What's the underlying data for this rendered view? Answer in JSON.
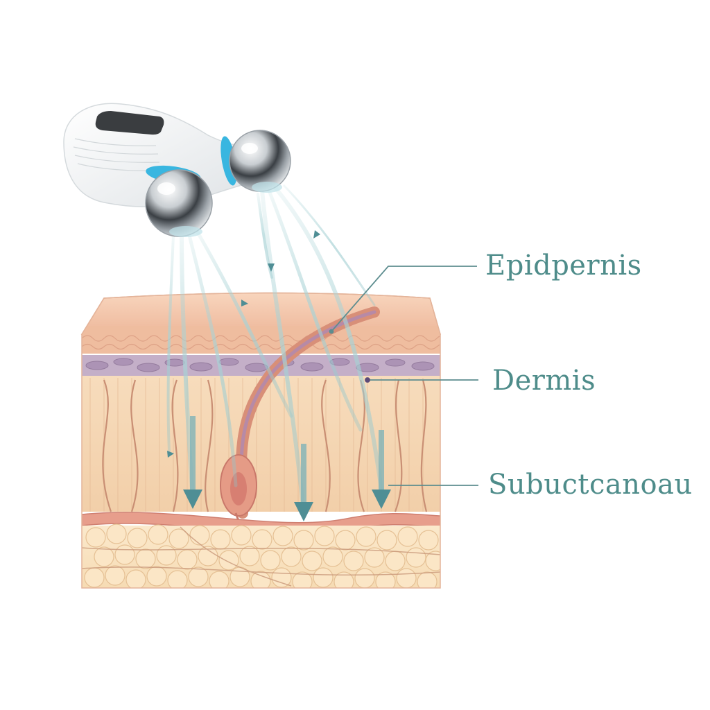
{
  "labels": {
    "epidermis": "Epidpernis",
    "dermis": "Dermis",
    "subcutaneous": "Subuctcanoau"
  },
  "colors": {
    "label_text": "#4e8c8a",
    "leader_line": "#5d8d8f",
    "beam": "#a9d3d6",
    "arrow": "#4f8e95",
    "epidermis": "#f2c4a6",
    "dermis": "#f6d9b8",
    "vascular_band": "#b7a3c0",
    "fat_cells": "#f9e2c0",
    "device_body": "#f4f6f7",
    "device_accent": "#39b6e0",
    "roller_chrome": "#cfd3d6"
  },
  "icons": {
    "device": "face-massage-roller-icon",
    "arrows": "arrow-down-icon"
  }
}
